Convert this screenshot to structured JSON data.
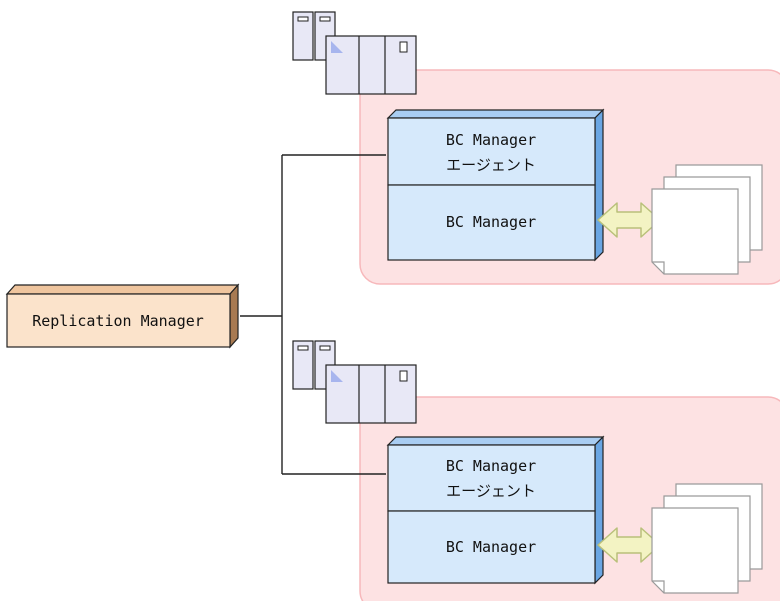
{
  "replication_manager": {
    "label": "Replication Manager"
  },
  "sites": [
    {
      "agent_line1": "BC Manager",
      "agent_line2": "エージェント",
      "manager_label": "BC Manager"
    },
    {
      "agent_line1": "BC Manager",
      "agent_line2": "エージェント",
      "manager_label": "BC Manager"
    }
  ],
  "colors": {
    "site_fill": "#fde2e3",
    "site_stroke": "#f7b8bb",
    "box_front": "#d6e9fb",
    "box_top": "#a9cdf2",
    "box_side": "#6aa6e3",
    "rm_front": "#fbe3cb",
    "rm_top": "#efc59e",
    "rm_side": "#a87a52",
    "arrow_fill": "#f3f3c3",
    "arrow_stroke": "#b9c07a",
    "server_fill": "#e8e8f6",
    "server_accent": "#a7b5ee"
  }
}
